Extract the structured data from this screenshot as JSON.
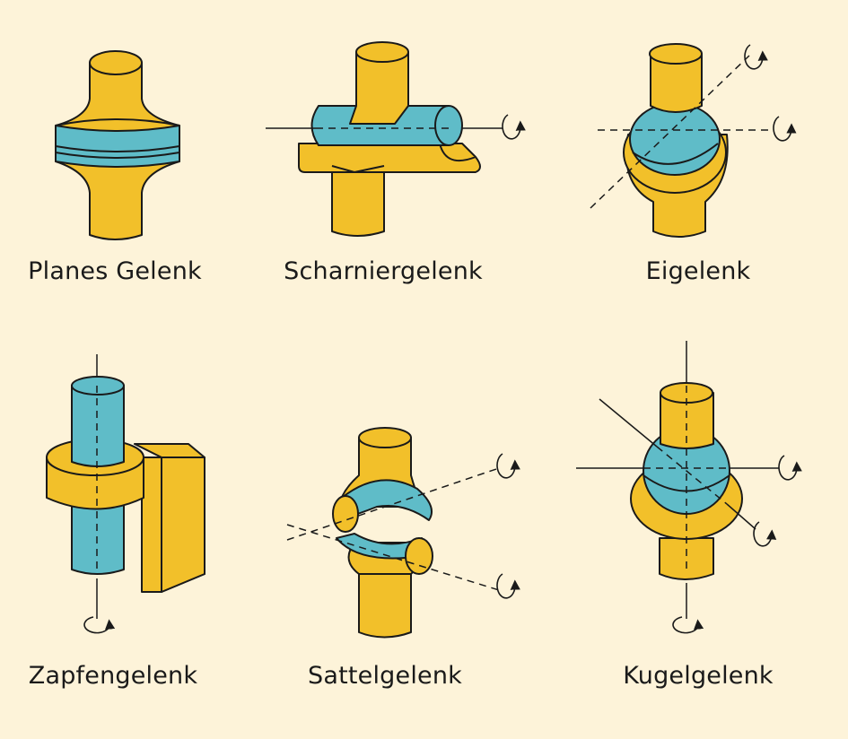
{
  "colors": {
    "background": "#fdf3d9",
    "bone_yellow": "#f2c02a",
    "cartilage_blue": "#5fbcc8",
    "outline": "#1a1a1a"
  },
  "joints": [
    {
      "name": "Planes Gelenk",
      "icon": "plane-joint-icon"
    },
    {
      "name": "Scharniergelenk",
      "icon": "hinge-joint-icon"
    },
    {
      "name": "Eigelenk",
      "icon": "ellipsoid-joint-icon"
    },
    {
      "name": "Zapfengelenk",
      "icon": "pivot-joint-icon"
    },
    {
      "name": "Sattelgelenk",
      "icon": "saddle-joint-icon"
    },
    {
      "name": "Kugelgelenk",
      "icon": "ball-joint-icon"
    }
  ]
}
